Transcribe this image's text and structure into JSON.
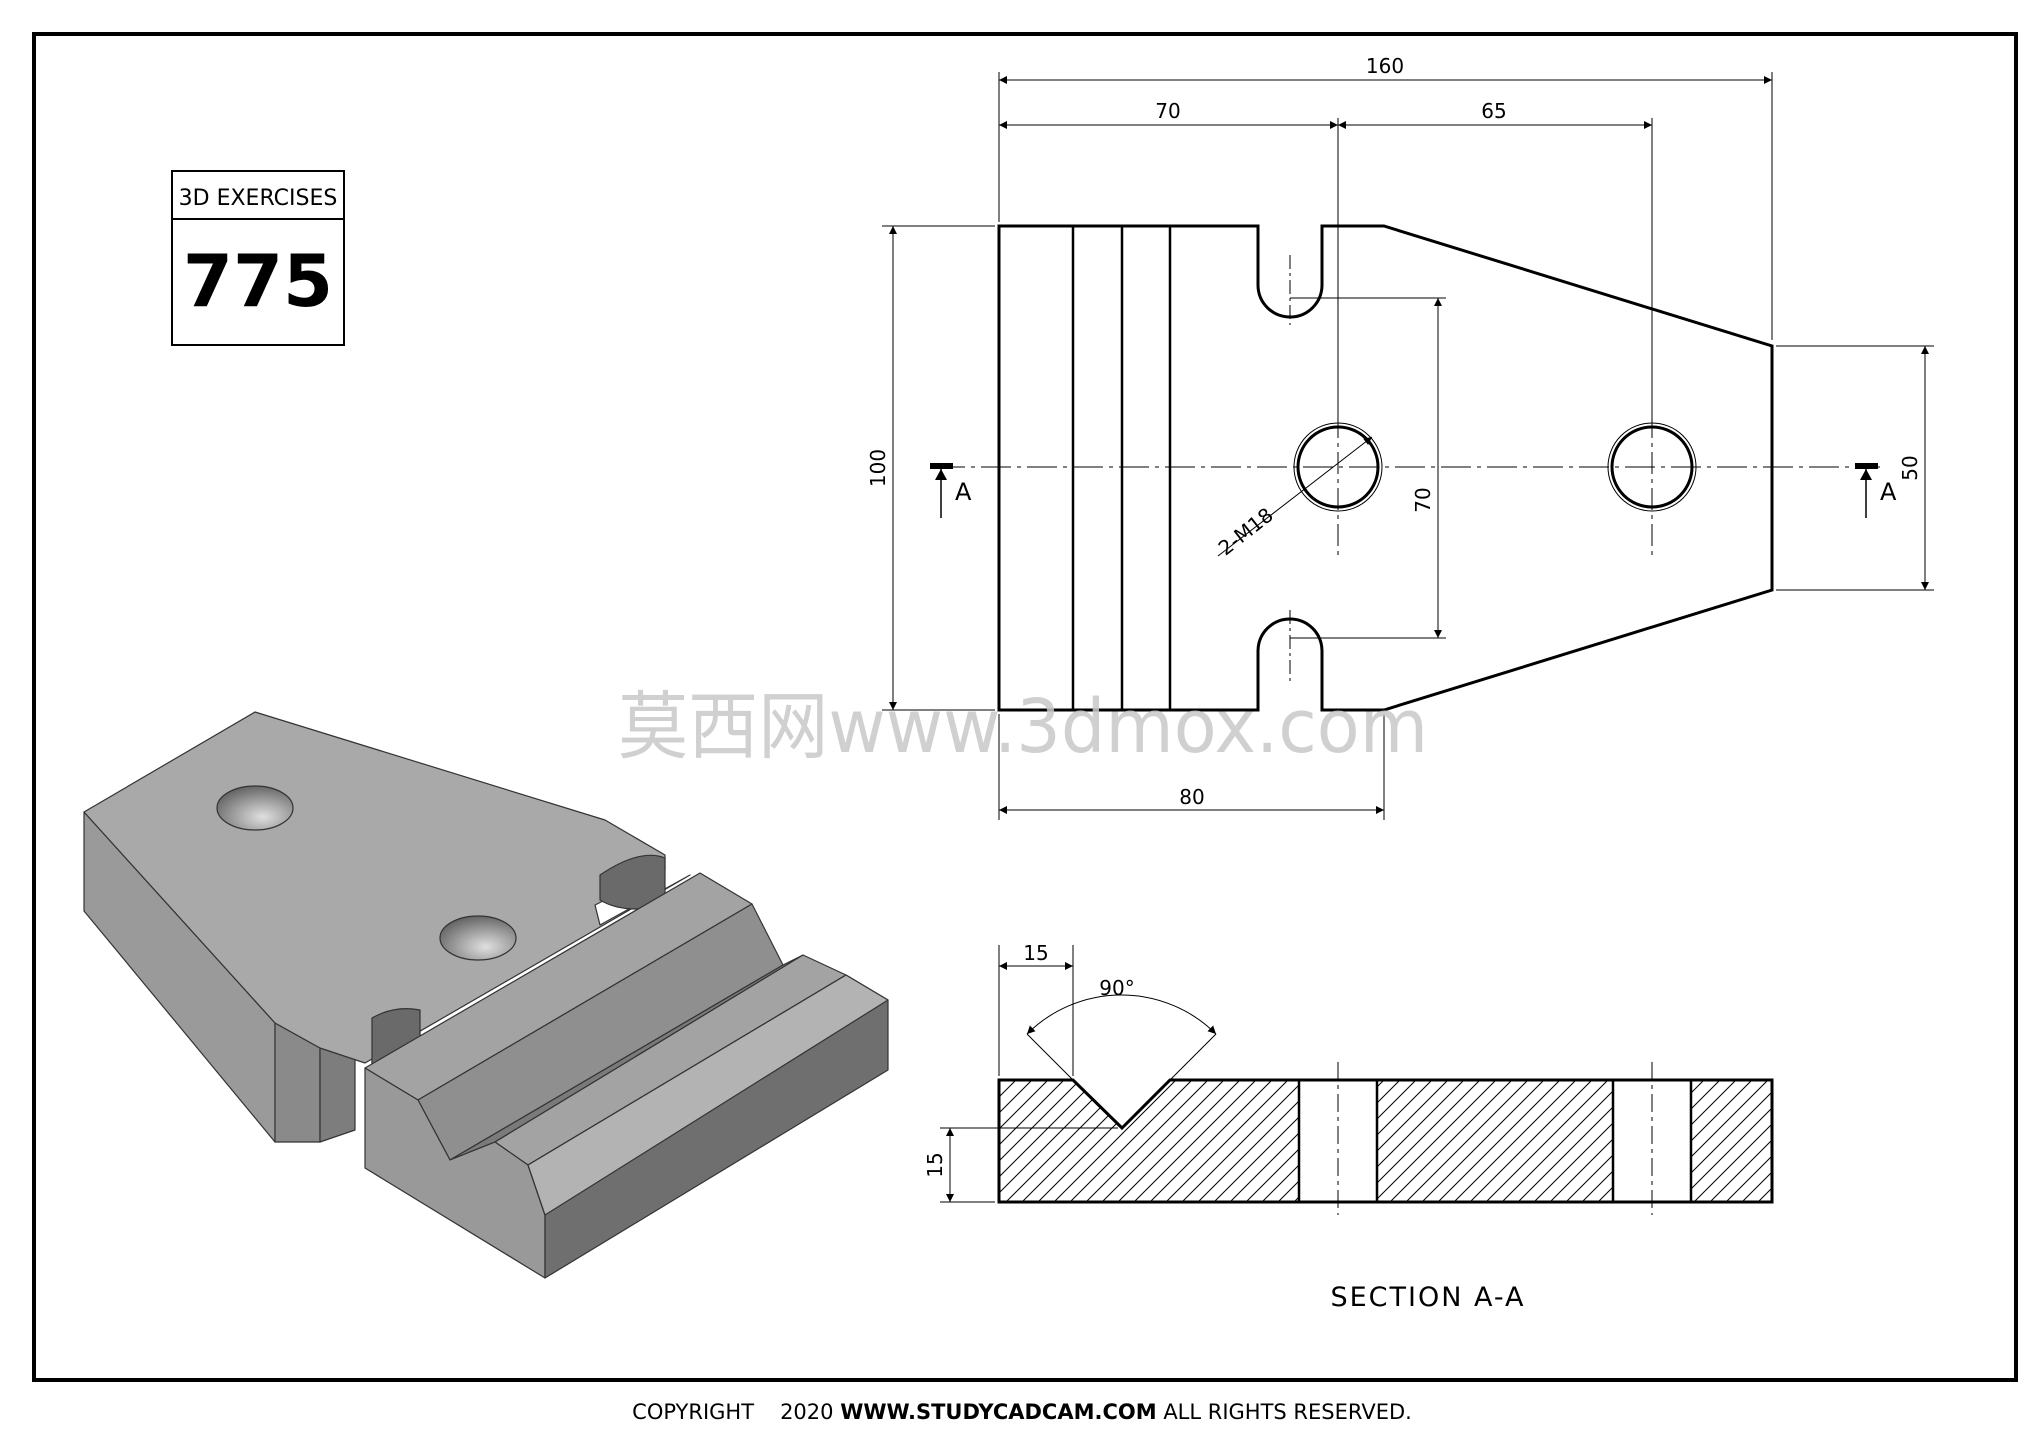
{
  "badge": {
    "header": "3D EXERCISES",
    "number": "775"
  },
  "top_view": {
    "dim_overall_length": "160",
    "dim_left_part": "70",
    "dim_hole_spacing": "65",
    "dim_height": "100",
    "dim_slot_spacing": "70",
    "dim_right_end": "50",
    "dim_bottom": "80",
    "hole_callout": "2-M18",
    "section_mark": "A"
  },
  "section_view": {
    "dim_v_offset": "15",
    "dim_angle": "90°",
    "dim_thickness": "15",
    "title": "SECTION A-A"
  },
  "watermark": "莫西网www.3dmox.com",
  "footer": {
    "copyright": "COPYRIGHT",
    "year": "2020",
    "website": "WWW.STUDYCADCAM.COM",
    "rights": "ALL RIGHTS RESERVED."
  },
  "colors": {
    "ink": "#000000",
    "face_top": "#a8a8a8",
    "face_left": "#999999",
    "face_right": "#7a7a7a",
    "watermark": "#c8c8c8"
  }
}
